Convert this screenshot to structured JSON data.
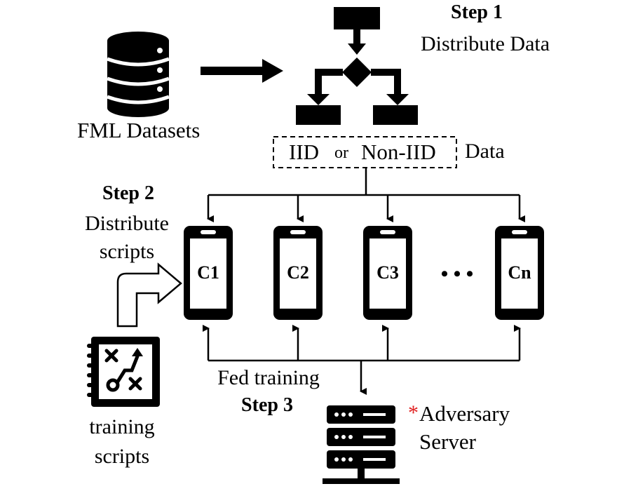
{
  "datasets": {
    "label": "FML Datasets"
  },
  "step1": {
    "title": "Step 1",
    "desc": "Distribute Data"
  },
  "data_split": {
    "iid": "IID",
    "or": "or",
    "noniid": "Non-IID",
    "suffix": "Data"
  },
  "step2": {
    "title": "Step 2",
    "line1": "Distribute",
    "line2": "scripts"
  },
  "clients": [
    {
      "label": "C1"
    },
    {
      "label": "C2"
    },
    {
      "label": "C3"
    },
    {
      "label": "Cn"
    }
  ],
  "ellipsis": "• • •",
  "training": {
    "line1": "training",
    "line2": "scripts"
  },
  "step3": {
    "desc": "Fed training",
    "title": "Step 3"
  },
  "server": {
    "star": "*",
    "line1": "Adversary",
    "line2": "Server"
  },
  "colors": {
    "ink": "#000000",
    "accent": "#e02020",
    "background": "#ffffff"
  },
  "icons": {
    "datasets": "database-icon",
    "distribution": "flowchart-icon",
    "scripts": "strategy-notebook-icon",
    "server": "server-rack-icon",
    "client": "smartphone-icon"
  }
}
